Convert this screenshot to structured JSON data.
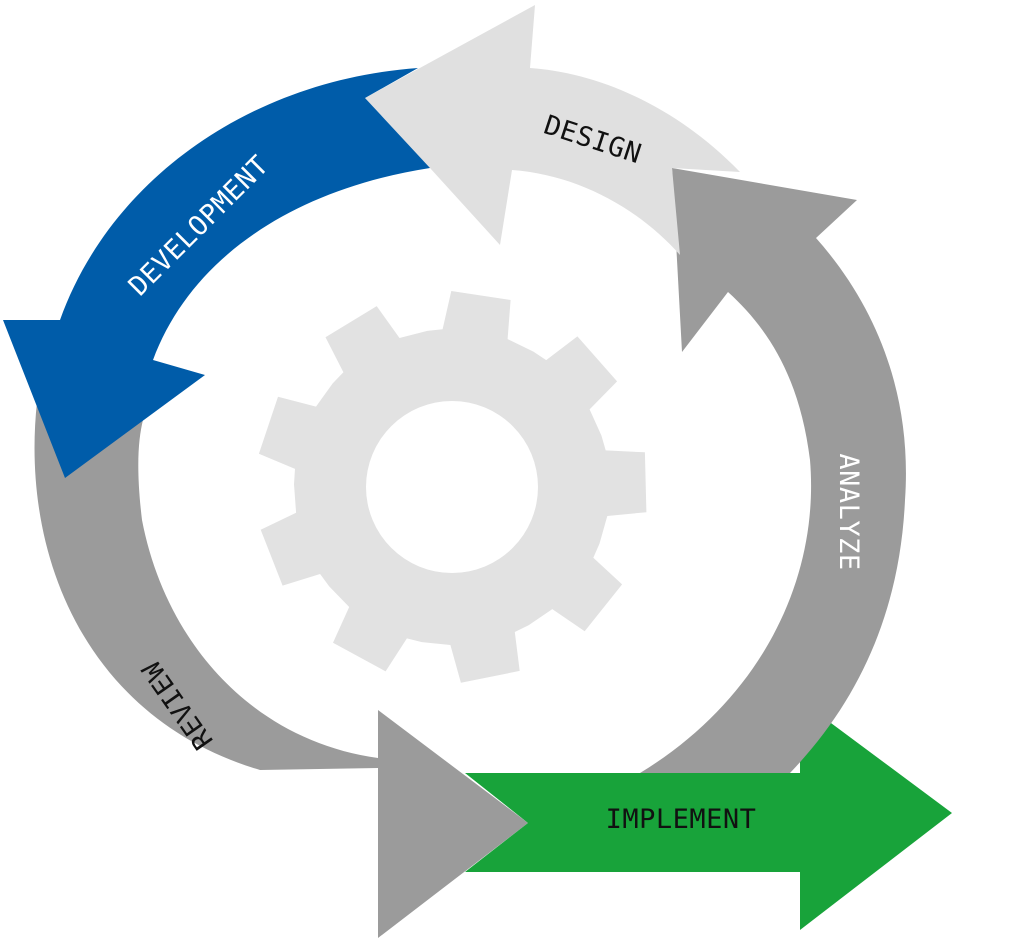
{
  "diagram": {
    "stages": {
      "design": {
        "label": "DESIGN",
        "color": "#e0e0e0"
      },
      "development": {
        "label": "DEVELOPMENT",
        "color": "#005ca9"
      },
      "review": {
        "label": "REVIEW",
        "color": "#9b9b9b"
      },
      "implement": {
        "label": "IMPLEMENT",
        "color": "#18a33a"
      },
      "analyze": {
        "label": "ANALYZE",
        "color": "#9b9b9b"
      }
    },
    "center_icon": "gear-icon",
    "gear_color": "#e2e2e2"
  }
}
